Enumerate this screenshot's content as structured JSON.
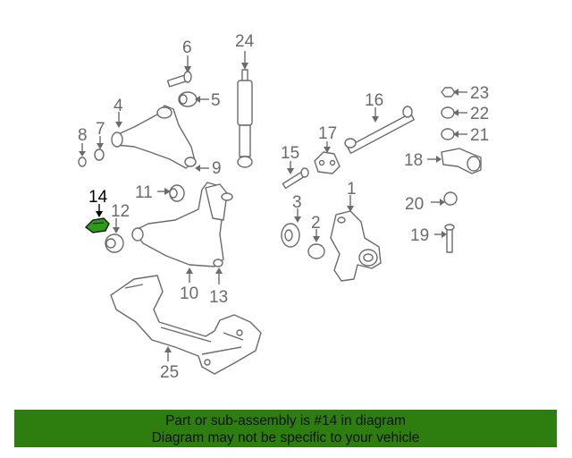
{
  "callouts": {
    "p1": "1",
    "p2": "2",
    "p3": "3",
    "p4": "4",
    "p5": "5",
    "p6": "6",
    "p7": "7",
    "p8": "8",
    "p9": "9",
    "p10": "10",
    "p11": "11",
    "p12": "12",
    "p13": "13",
    "p14": "14",
    "p15": "15",
    "p16": "16",
    "p17": "17",
    "p18": "18",
    "p19": "19",
    "p20": "20",
    "p21": "21",
    "p22": "22",
    "p23": "23",
    "p24": "24",
    "p25": "25"
  },
  "highlight": {
    "part": "14",
    "color": "#2e9a1a"
  },
  "banner": {
    "line1": "Part or sub-assembly is #14 in diagram",
    "line2": "Diagram may not be specific to your vehicle",
    "background": "#2e7d0f"
  }
}
